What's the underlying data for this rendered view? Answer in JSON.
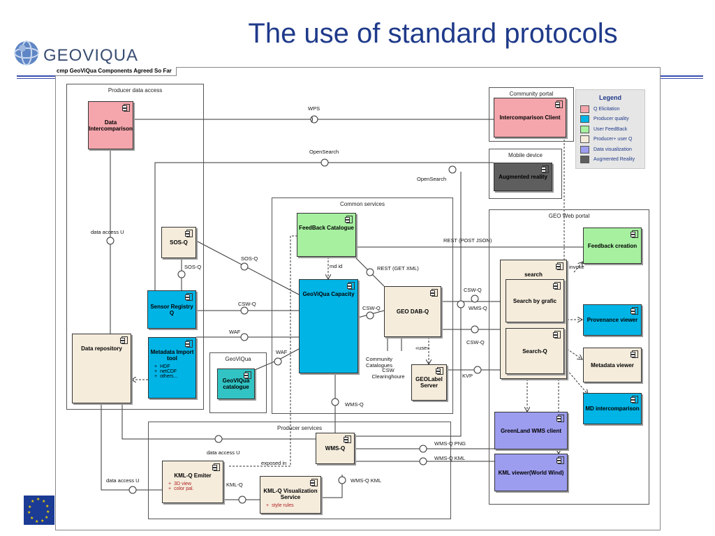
{
  "slide": {
    "title": "The use of standard protocols"
  },
  "logo": {
    "text": "GEOVIQUA"
  },
  "diagram": {
    "frame_label": "cmp GeoViQua Components Agreed So Far",
    "packages": {
      "producer_data_access": "Producer data access",
      "community_portal": "Community portal",
      "mobile_device": "Mobile device",
      "common_services": "Common services",
      "geo_web_portal": "GEO Web portal",
      "geoviqua": "GeoViQua",
      "producer_services": "Producer services"
    },
    "components": {
      "data_intercomparison": "Data Intercomparison",
      "sos_q": "SOS-Q",
      "sensor_registry_q": "Sensor Registry Q",
      "metadata_import_tool": "Metadata Import tool",
      "metadata_import_items": [
        "HDF",
        "netCDF",
        "others..."
      ],
      "data_repository": "Data repository",
      "geoviqua_catalogue": "GeoVIQua catalogue",
      "intercomparison_client": "Intercomparison Client",
      "augmented_reality": "Augmented reality",
      "feedback_catalogue": "FeedBack Catalogue",
      "geoviqua_capacity": "GeoViQua Capacity",
      "geo_dab_q": "GEO DAB-Q",
      "geolabel_server": "GEOLabel Server",
      "wms_q": "WMS-Q",
      "kml_q_emiter": "KML-Q Emiter",
      "kml_q_emiter_items": [
        "3D view",
        "color pal."
      ],
      "kml_q_visualization": "KML-Q Visualization Service",
      "kml_q_visualization_items": [
        "style rules"
      ],
      "feedback_creation": "Feedback creation",
      "search": "search",
      "search_by_grafic": "Search by grafic",
      "search_q": "Search-Q",
      "provenance_viewer": "Provenance viewer",
      "metadata_viewer": "Metadata viewer",
      "md_intercomparison": "MD intercomparison",
      "greenland_wms_client": "GreenLand WMS client",
      "kml_viewer": "KML viewer(World Wind)"
    },
    "labels": {
      "wps": "WPS",
      "opensearch_top": "OpenSearch",
      "opensearch_mobile": "OpenSearch",
      "data_access_u_left": "data access U",
      "sos_q_iface": "SOS-Q",
      "sos_q_link": "SOS-Q",
      "csw_q_sensor": "CSW-Q",
      "waf_metadata": "WAF",
      "waf_catalogue": "WAF",
      "md_id": "md id",
      "rest_get_xml": "REST (GET XML)",
      "rest_post_json": "REST (POST JSON)",
      "csw_q_dab": "CSW-Q",
      "csw_q_portal": "CSW-Q",
      "wms_q_portal": "WMS-Q",
      "csw_q_search": "CSW-Q",
      "invoke": "invoke",
      "use": "«use»",
      "community_catalogues": "Community Catalogues",
      "csw_clearinghoure": "CSW Clearinghoure",
      "kvp": "KVP",
      "wms_q_capacity": "WMS-Q",
      "data_access_u_services": "data access U",
      "exposed_in": "exposed in",
      "wms_q_png": "WMS-Q PNG",
      "wms_q_kml": "WMS-Q KML",
      "data_access_u_bottom": "data access U",
      "kml_q": "KML-Q",
      "wms_q_kml_bottom": "WMS-Q KML"
    },
    "legend": {
      "title": "Legend",
      "items": [
        {
          "label": "Q Elicitation",
          "color": "#f4a6ac"
        },
        {
          "label": "Producer quality",
          "color": "#00b4e6"
        },
        {
          "label": "User FeedBack",
          "color": "#a6f0a0"
        },
        {
          "label": "Producer+ user Q",
          "color": "#f5ecdc"
        },
        {
          "label": "Data visualization",
          "color": "#9d9df0"
        },
        {
          "label": "Augmented Reality",
          "color": "#5e5e5e"
        }
      ]
    }
  }
}
